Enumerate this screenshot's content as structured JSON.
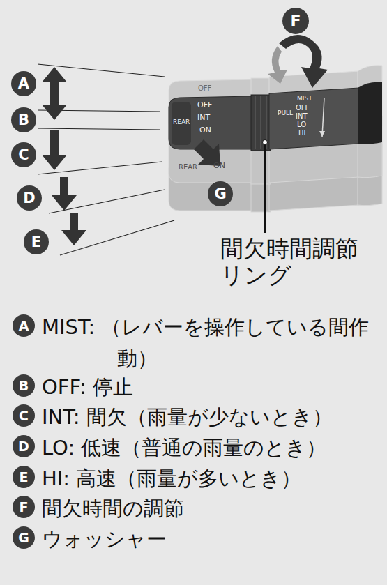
{
  "diagram": {
    "nodes": [
      {
        "text": [
          "F"
        ]
      },
      {
        "text": [
          "A"
        ]
      },
      {
        "text": [
          "B"
        ]
      },
      {
        "text": [
          "C"
        ]
      },
      {
        "text": [
          "D"
        ]
      },
      {
        "text": [
          "E"
        ]
      },
      {
        "text": [
          "G"
        ]
      },
      {
        "text": [
          "A"
        ]
      },
      {
        "text": [
          "B"
        ]
      },
      {
        "text": [
          "C"
        ]
      },
      {
        "text": [
          "D"
        ]
      },
      {
        "text": [
          "E"
        ]
      },
      {
        "text": [
          "F"
        ]
      },
      {
        "text": [
          "G"
        ]
      }
    ],
    "edges": [],
    "labels": [
      "OFF",
      "OFF",
      "INT",
      "ON",
      "REAR",
      "REAR",
      "ON",
      "MIST",
      "PULL",
      "OFF",
      "INT",
      "LO",
      "HI",
      "間欠時間調節 リング",
      "MIST: （レバーを操作している間作動）",
      "OFF: 停止",
      "INT: 間欠（雨量が少ないとき）",
      "LO: 低速（普通の雨量のとき）",
      "HI: 高速（雨量が多いとき）",
      "間欠時間の調節",
      "ウォッシャー"
    ]
  }
}
